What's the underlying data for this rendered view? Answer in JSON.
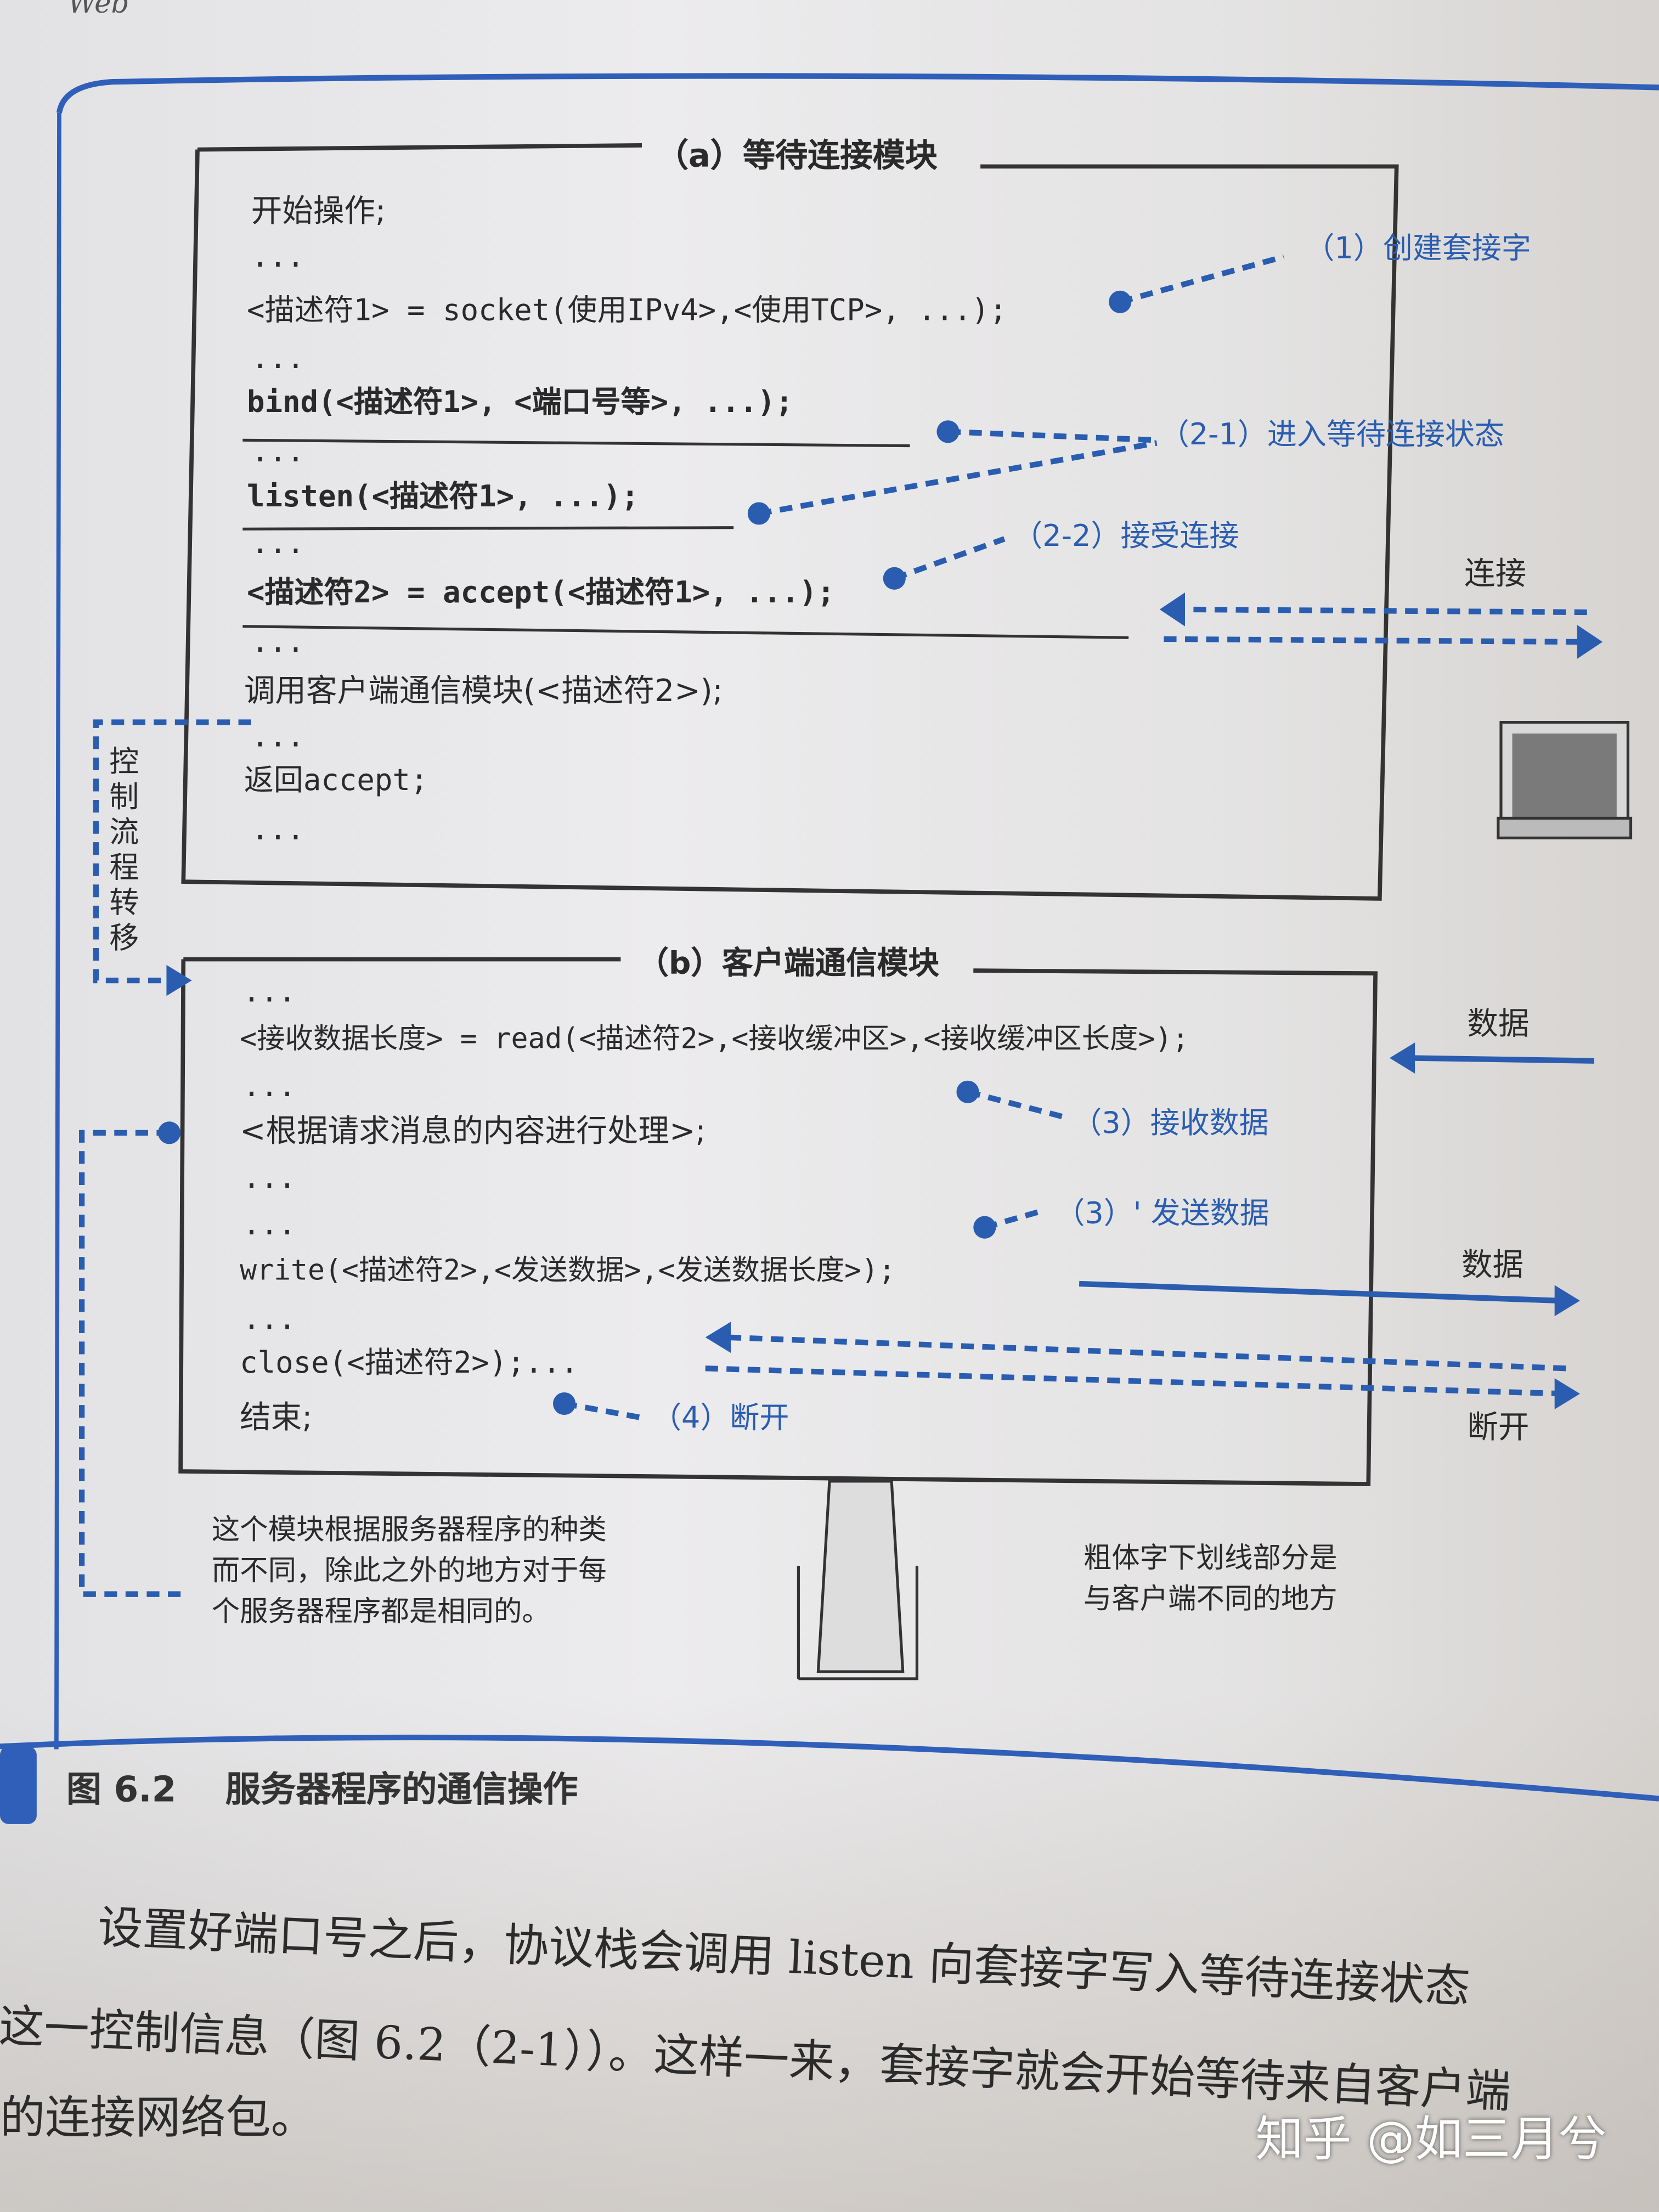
{
  "header_fragment": "Web",
  "module_a": {
    "title": "（a）等待连接模块",
    "lines": [
      "开始操作;",
      "...",
      "<描述符1> = socket(使用IPv4>,<使用TCP>, ...);",
      "...",
      "bind(<描述符1>, <端口号等>, ...);",
      "...",
      "listen(<描述符1>, ...);",
      "...",
      "<描述符2> = accept(<描述符1>, ...);",
      "...",
      "调用客户端通信模块(<描述符2>);",
      "...",
      "返回accept;",
      "..."
    ]
  },
  "module_b": {
    "title": "（b）客户端通信模块",
    "lines": [
      "...",
      "<接收数据长度> = read(<描述符2>,<接收缓冲区>,<接收缓冲区长度>);",
      "...",
      "<根据请求消息的内容进行处理>;",
      "...",
      "...",
      "write(<描述符2>,<发送数据>,<发送数据长度>);",
      "...",
      "close(<描述符2>);...",
      "结束;"
    ]
  },
  "annotations": {
    "create_socket": "（1）创建套接字",
    "listen_state": "（2-1）进入等待连接状态",
    "accept": "（2-2）接受连接",
    "receive": "（3）接收数据",
    "send": "（3）' 发送数据",
    "disconnect": "（4）断开"
  },
  "side_labels": {
    "connect": "连接",
    "data_in": "数据",
    "data_out": "数据",
    "close": "断开"
  },
  "control_flow_label": "控制流程转移",
  "note_left": [
    "这个模块根据服务器程序的种类",
    "而不同，除此之外的地方对于每",
    "个服务器程序都是相同的。"
  ],
  "note_right": [
    "粗体字下划线部分是",
    "与客户端不同的地方"
  ],
  "figure_caption": {
    "number": "图 6.2",
    "title": "服务器程序的通信操作"
  },
  "body_text": [
    "设置好端口号之后，协议栈会调用 listen 向套接字写入等待连接状态",
    "这一控制信息（图 6.2（2-1））。这样一来，套接字就会开始等待来自客户端",
    "的连接网络包。"
  ],
  "watermark": "知乎 @如三月兮",
  "colors": {
    "accent_blue": "#2a5db0",
    "frame_blue": "#2f5fb8",
    "text": "#2a2a2a"
  },
  "icons": [
    "client-computer-icon",
    "server-tower-icon"
  ]
}
